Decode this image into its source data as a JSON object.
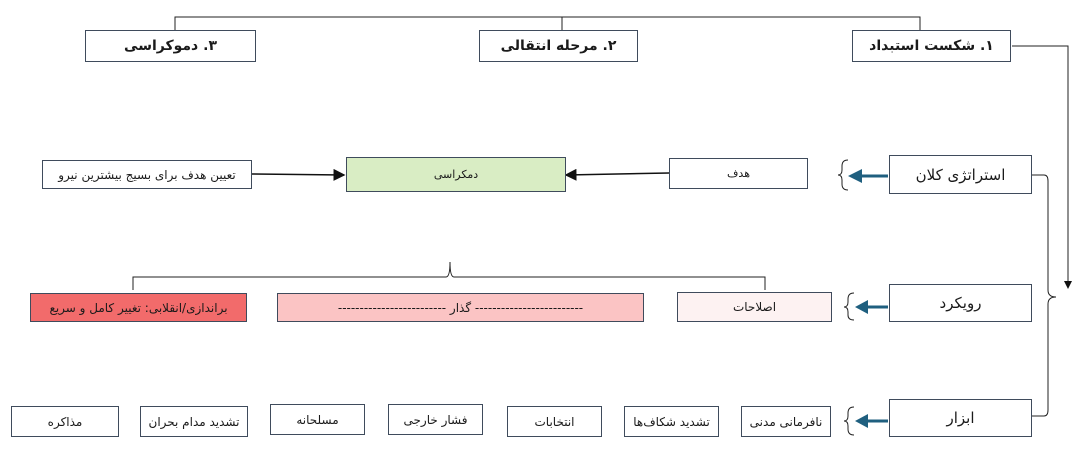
{
  "phases": {
    "p1": "۱. شکست استبداد",
    "p2": "۲. مرحله انتقالی",
    "p3": "۳. دموکراسی"
  },
  "levels": {
    "strategy": "استراتژی کلان",
    "approach": "رویکرد",
    "tools": "ابزار"
  },
  "strategy_row": {
    "goal": "هدف",
    "democracy": "دمکراسی",
    "mobilize": "تعیین هدف برای بسیج بیشترین نیرو"
  },
  "approach_row": {
    "reforms": "اصلاحات",
    "transition": "-------------------------   گذار   -------------------------",
    "overthrow": "براندازی/انقلابی:  تغییر کامل و سریع"
  },
  "tools_row": [
    "نافرمانی مدنی",
    "تشدید شکاف‌ها",
    "انتخابات",
    "فشار خارجی",
    "مسلحانه",
    "تشدید مدام بحران",
    "مذاکره"
  ],
  "colors": {
    "border": "#3f4b5c",
    "arrow_blue": "#1f5f7f",
    "green_fill": "#d9edc4",
    "pink_fill": "#fbc4c4",
    "red_fill": "#f26b6b",
    "light_pink": "#fdf2f2"
  }
}
